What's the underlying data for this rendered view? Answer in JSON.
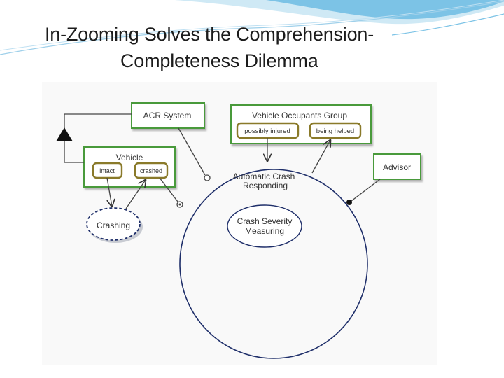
{
  "slide": {
    "title_line1": "In-Zooming Solves the Comprehension-",
    "title_line2": "Completeness Dilemma"
  },
  "diagram": {
    "objects": {
      "acr_system": "ACR System",
      "vehicle_occupants_group": "Vehicle Occupants Group",
      "vehicle": "Vehicle",
      "advisor": "Advisor"
    },
    "states": {
      "possibly_injured": "possibly injured",
      "being_helped": "being helped",
      "intact": "intact",
      "crashed": "crashed"
    },
    "processes": {
      "main_line1": "Automatic Crash",
      "main_line2": "Responding",
      "sub_line1": "Crash Severity",
      "sub_line2": "Measuring",
      "crashing": "Crashing"
    }
  },
  "colors": {
    "object_border": "#4a9a3a",
    "state_border": "#8a7a2a",
    "process_border": "#1f2f6a",
    "title_text": "#1c1c1c",
    "header_wave": "#3fa8d8"
  }
}
